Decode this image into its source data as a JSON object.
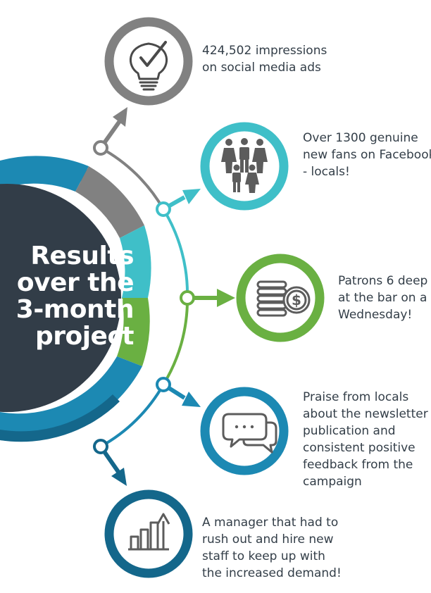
{
  "title": {
    "lines": [
      "Results",
      "over the",
      "3-month",
      "project"
    ]
  },
  "colors": {
    "dark": "#323d48",
    "gray": "#818181",
    "teal": "#3fbfc8",
    "green": "#6ab042",
    "blue": "#1c89b3",
    "navy": "#14678b",
    "text": "#333e48"
  },
  "items": [
    {
      "icon": "lightbulb-check-icon",
      "color": "#818181",
      "lines": [
        "424,502 impressions",
        "on social media ads"
      ]
    },
    {
      "icon": "people-group-icon",
      "color": "#3fbfc8",
      "lines": [
        "Over 1300 genuine",
        "new fans on Facebook",
        "- locals!"
      ]
    },
    {
      "icon": "coins-dollar-icon",
      "color": "#6ab042",
      "lines": [
        "Patrons 6 deep",
        "at the bar on a",
        "Wednesday!"
      ]
    },
    {
      "icon": "speech-bubbles-icon",
      "color": "#1c89b3",
      "lines": [
        "Praise from locals",
        "about the newsletter",
        "publication and",
        "consistent positive",
        "feedback from the",
        "campaign"
      ]
    },
    {
      "icon": "growth-chart-icon",
      "color": "#14678b",
      "lines": [
        "A manager that had to",
        "rush out and hire new",
        "staff to keep up with",
        "the increased demand!"
      ]
    }
  ]
}
